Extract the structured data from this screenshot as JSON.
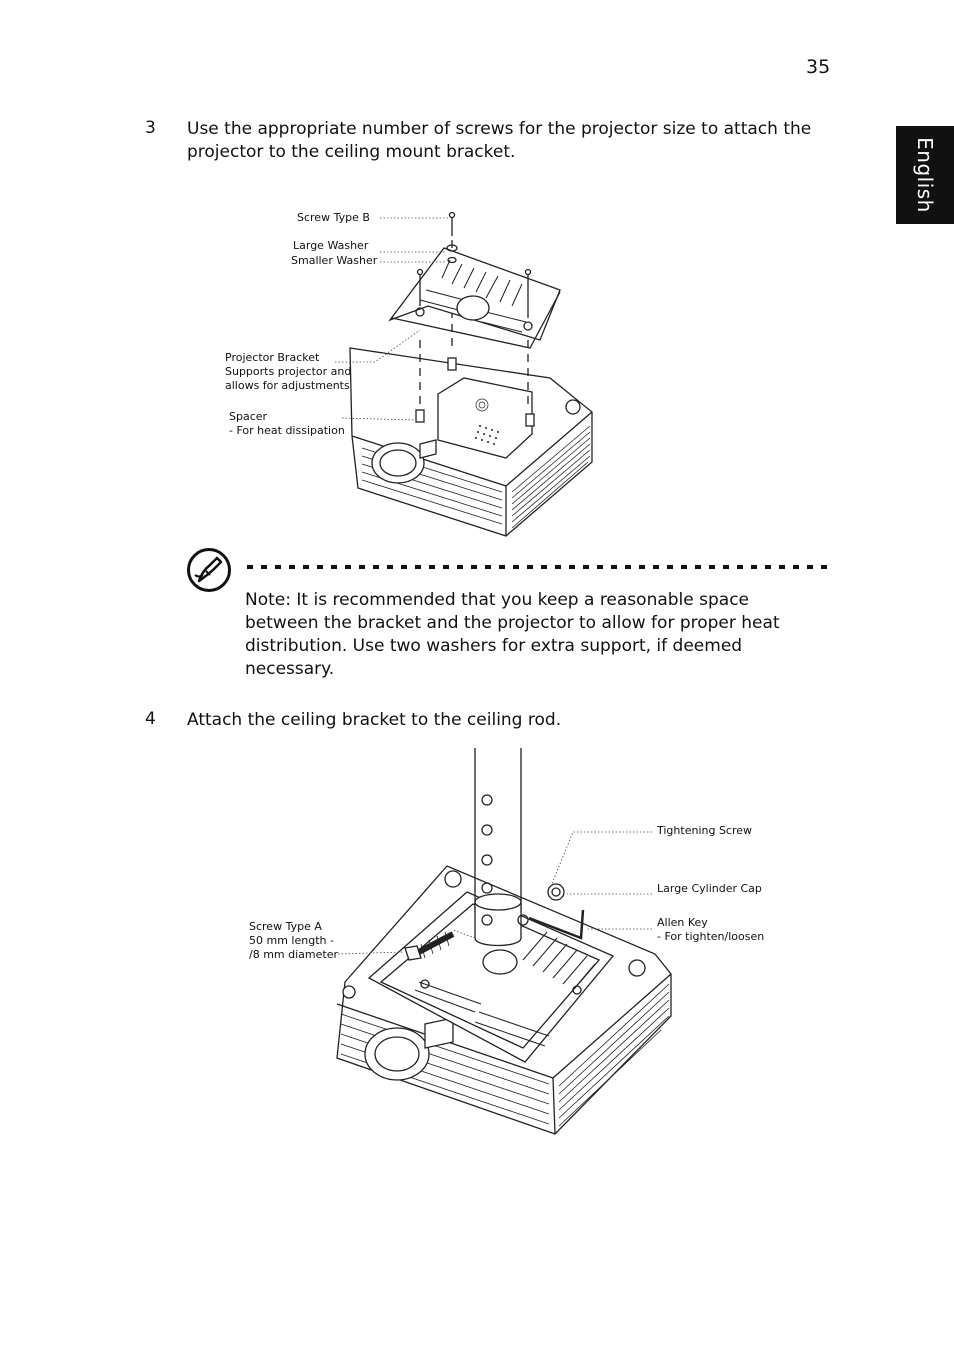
{
  "header": {
    "page_number": "35",
    "language_tab": "English"
  },
  "steps": [
    {
      "number": "3",
      "text": "Use the appropriate number of screws for the projector size to attach the projector to the ceiling mount bracket."
    },
    {
      "number": "4",
      "text": "Attach the ceiling bracket to the ceiling rod."
    }
  ],
  "figure1": {
    "callouts": {
      "screw_type_b": "Screw Type B",
      "large_washer": "Large Washer",
      "smaller_washer": "Smaller Washer",
      "projector_bracket_1": "Projector Bracket",
      "projector_bracket_2": "Supports projector and",
      "projector_bracket_3": "allows for adjustments",
      "spacer_1": "Spacer",
      "spacer_2": "- For heat dissipation"
    }
  },
  "note": {
    "label": "Note:",
    "text": " It is recommended that you keep a reasonable space between the bracket and the projector to allow for proper heat distribution. Use two washers for extra support, if deemed necessary.",
    "icon": "note-pen-icon"
  },
  "figure2": {
    "callouts": {
      "tightening_screw": "Tightening Screw",
      "large_cylinder_cap": "Large Cylinder Cap",
      "allen_key_1": "Allen Key",
      "allen_key_2": "- For tighten/loosen",
      "screw_type_a_1": "Screw Type A",
      "screw_type_a_2": "50 mm length -",
      "screw_type_a_3": "/8 mm diameter"
    }
  }
}
